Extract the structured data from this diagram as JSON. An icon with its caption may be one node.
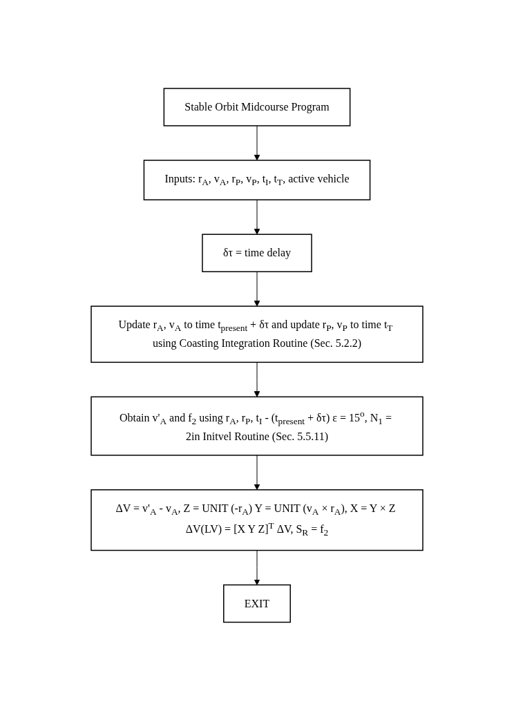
{
  "diagram": {
    "nodes": [
      {
        "text": [
          "Stable Orbit Midcourse Program"
        ]
      },
      {
        "text": [
          "Inputs: r$_{A}$, v$_{A}$, r$_{P}$, v$_{P}$, t$_{I}$, t$_{T}$, active vehicle"
        ]
      },
      {
        "text": [
          "δτ = time delay"
        ]
      },
      {
        "text": [
          "Update r$_{A}$, v$_{A}$ to time t$_{present}$ + δτ and update r$_{P}$, v$_{P}$ to time t$_{T}$ using Coasting Integration Routine (Sec. 5.2.2)"
        ]
      },
      {
        "text": [
          "Obtain v'$_{A}$ and f$_{2}$ using r$_{A}$, r$_{P}$, t$_{I}$ - (t$_{present}$ + δτ) ε = 15$^{o}$, N$_{1}$ = 2in Initvel Routine (Sec. 5.5.11)"
        ]
      },
      {
        "text": [
          "ΔV = v'$_{A}$ - v$_{A}$, Z = UNIT (-r$_{A}$) Y = UNIT (v$_{A}$ × r$_{A}$), X = Y × Z ΔV(LV) = [X Y Z]$^{T}$ ΔV, S$_{R}$ = f$_{2}$"
        ]
      },
      {
        "text": [
          "EXIT"
        ]
      }
    ],
    "edges": [
      {
        "from": 0,
        "to": 1,
        "arrow": "to"
      },
      {
        "from": 1,
        "to": 2,
        "arrow": "to"
      },
      {
        "from": 2,
        "to": 3,
        "arrow": "to"
      },
      {
        "from": 3,
        "to": 4,
        "arrow": "to"
      },
      {
        "from": 4,
        "to": 5,
        "arrow": "to"
      },
      {
        "from": 5,
        "to": 6,
        "arrow": "to"
      }
    ]
  }
}
